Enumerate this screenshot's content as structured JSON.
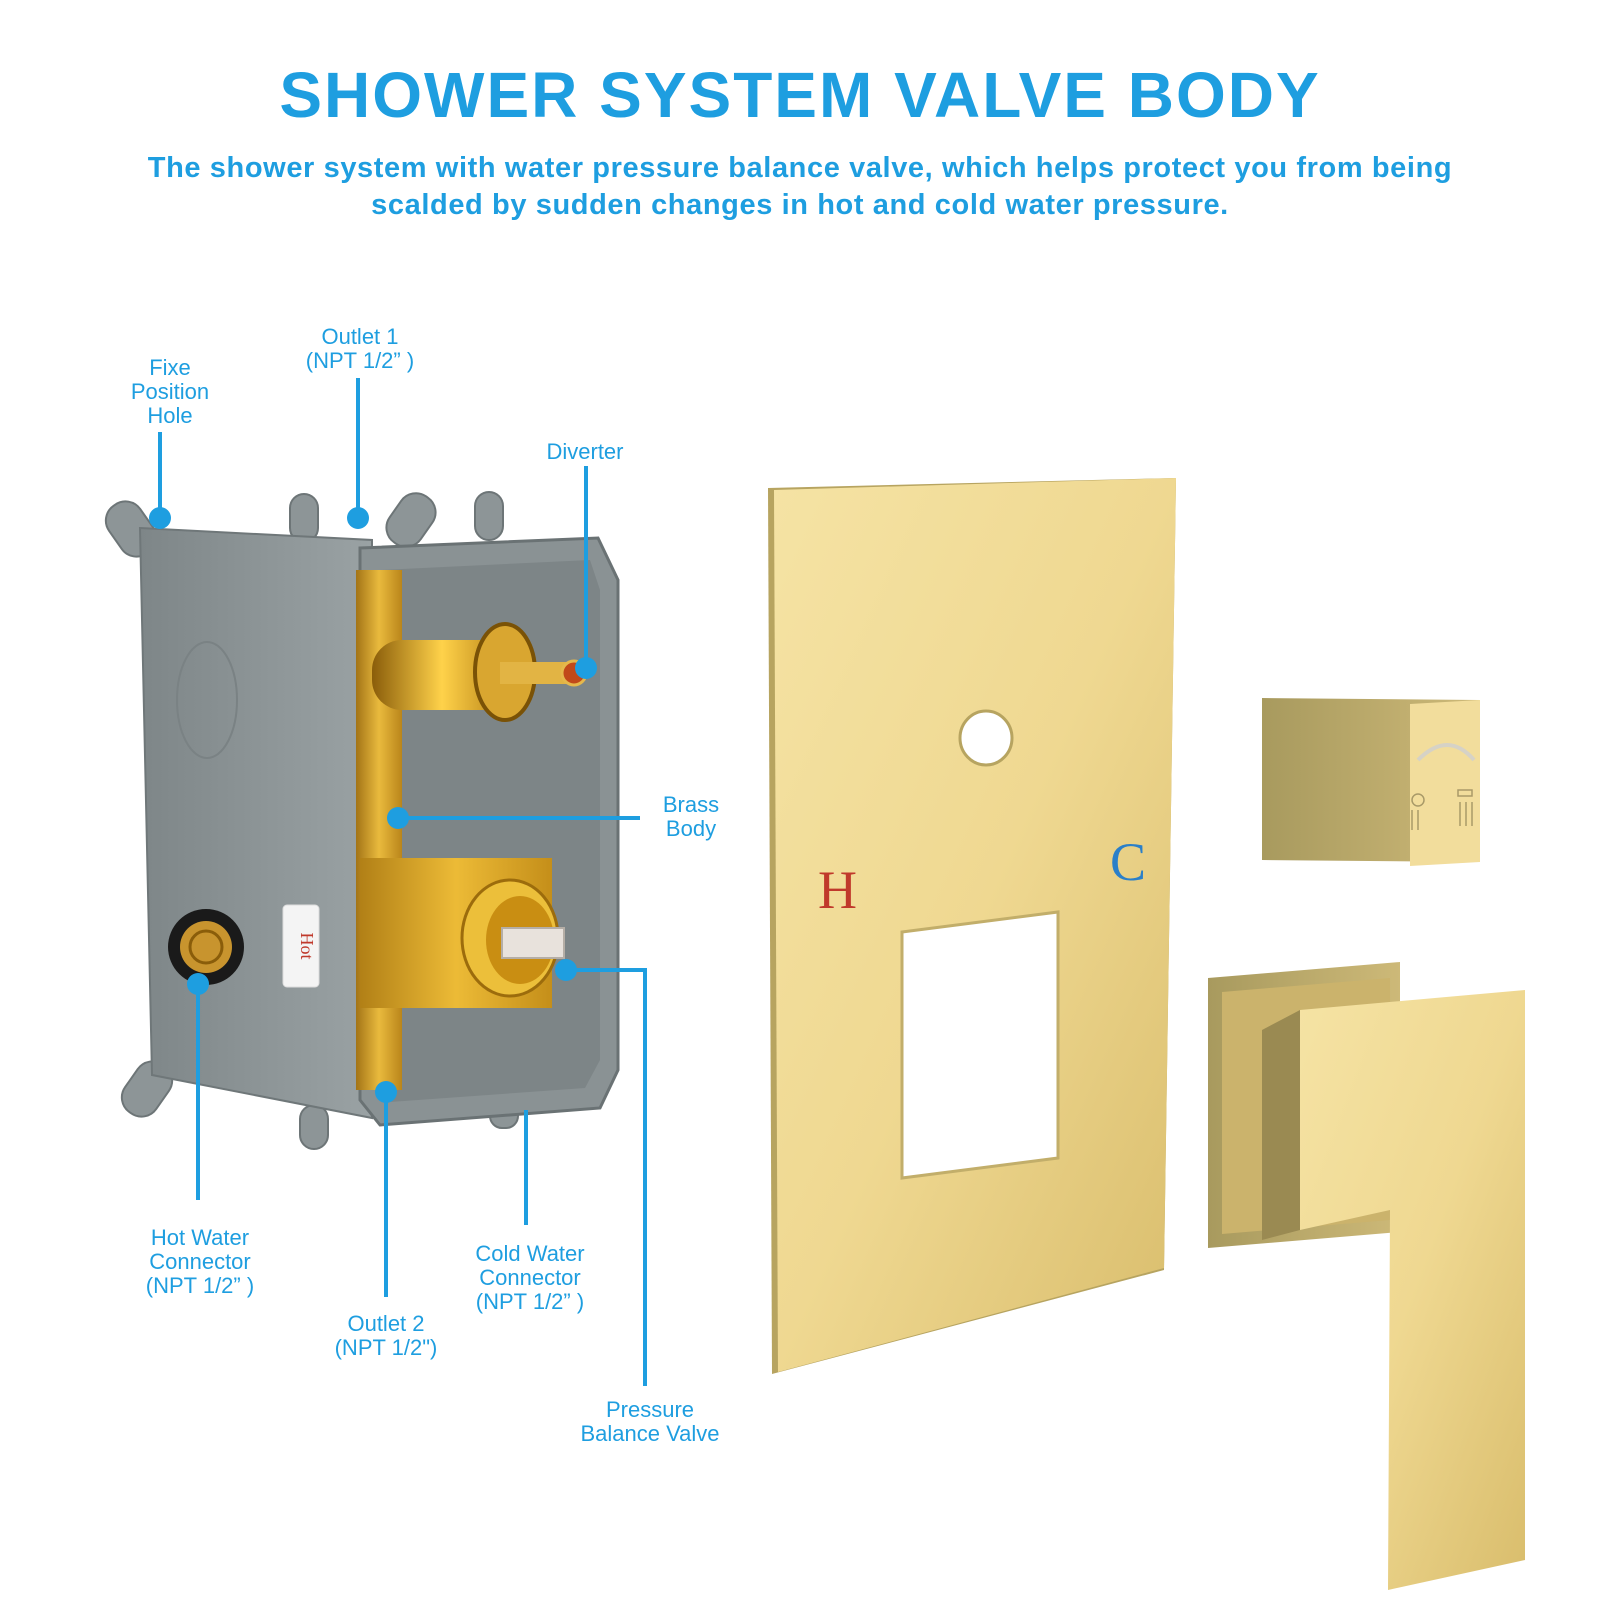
{
  "header": {
    "title": "SHOWER SYSTEM VALVE BODY",
    "subtitle": "The shower system with water pressure balance valve, which helps protect you from being scalded by sudden changes in hot and cold water pressure."
  },
  "callouts": [
    {
      "id": "fixe-position-hole",
      "label": "Fixe\nPosition\nHole"
    },
    {
      "id": "outlet-1",
      "label": "Outlet 1\n(NPT 1/2” )"
    },
    {
      "id": "diverter",
      "label": "Diverter"
    },
    {
      "id": "brass-body",
      "label": "Brass\nBody"
    },
    {
      "id": "hot-water-connector",
      "label": "Hot Water\nConnector\n(NPT 1/2” )"
    },
    {
      "id": "outlet-2",
      "label": "Outlet 2\n(NPT 1/2\")"
    },
    {
      "id": "cold-water-connector",
      "label": "Cold Water\nConnector\n(NPT 1/2” )"
    },
    {
      "id": "pressure-balance-valve",
      "label": "Pressure\nBalance Valve"
    }
  ],
  "product": {
    "box_sticker": "Hot",
    "plate_hot_mark": "H",
    "plate_cold_mark": "C",
    "diverter_knob_icons": [
      "handheld-shower-icon",
      "rain-shower-icon"
    ]
  },
  "colors": {
    "accent_blue": "#1e9ee0",
    "gold": "#e8cf86",
    "box_gray": "#8e9698",
    "hot_red": "#c0392b",
    "cold_blue": "#2a7fc9"
  }
}
